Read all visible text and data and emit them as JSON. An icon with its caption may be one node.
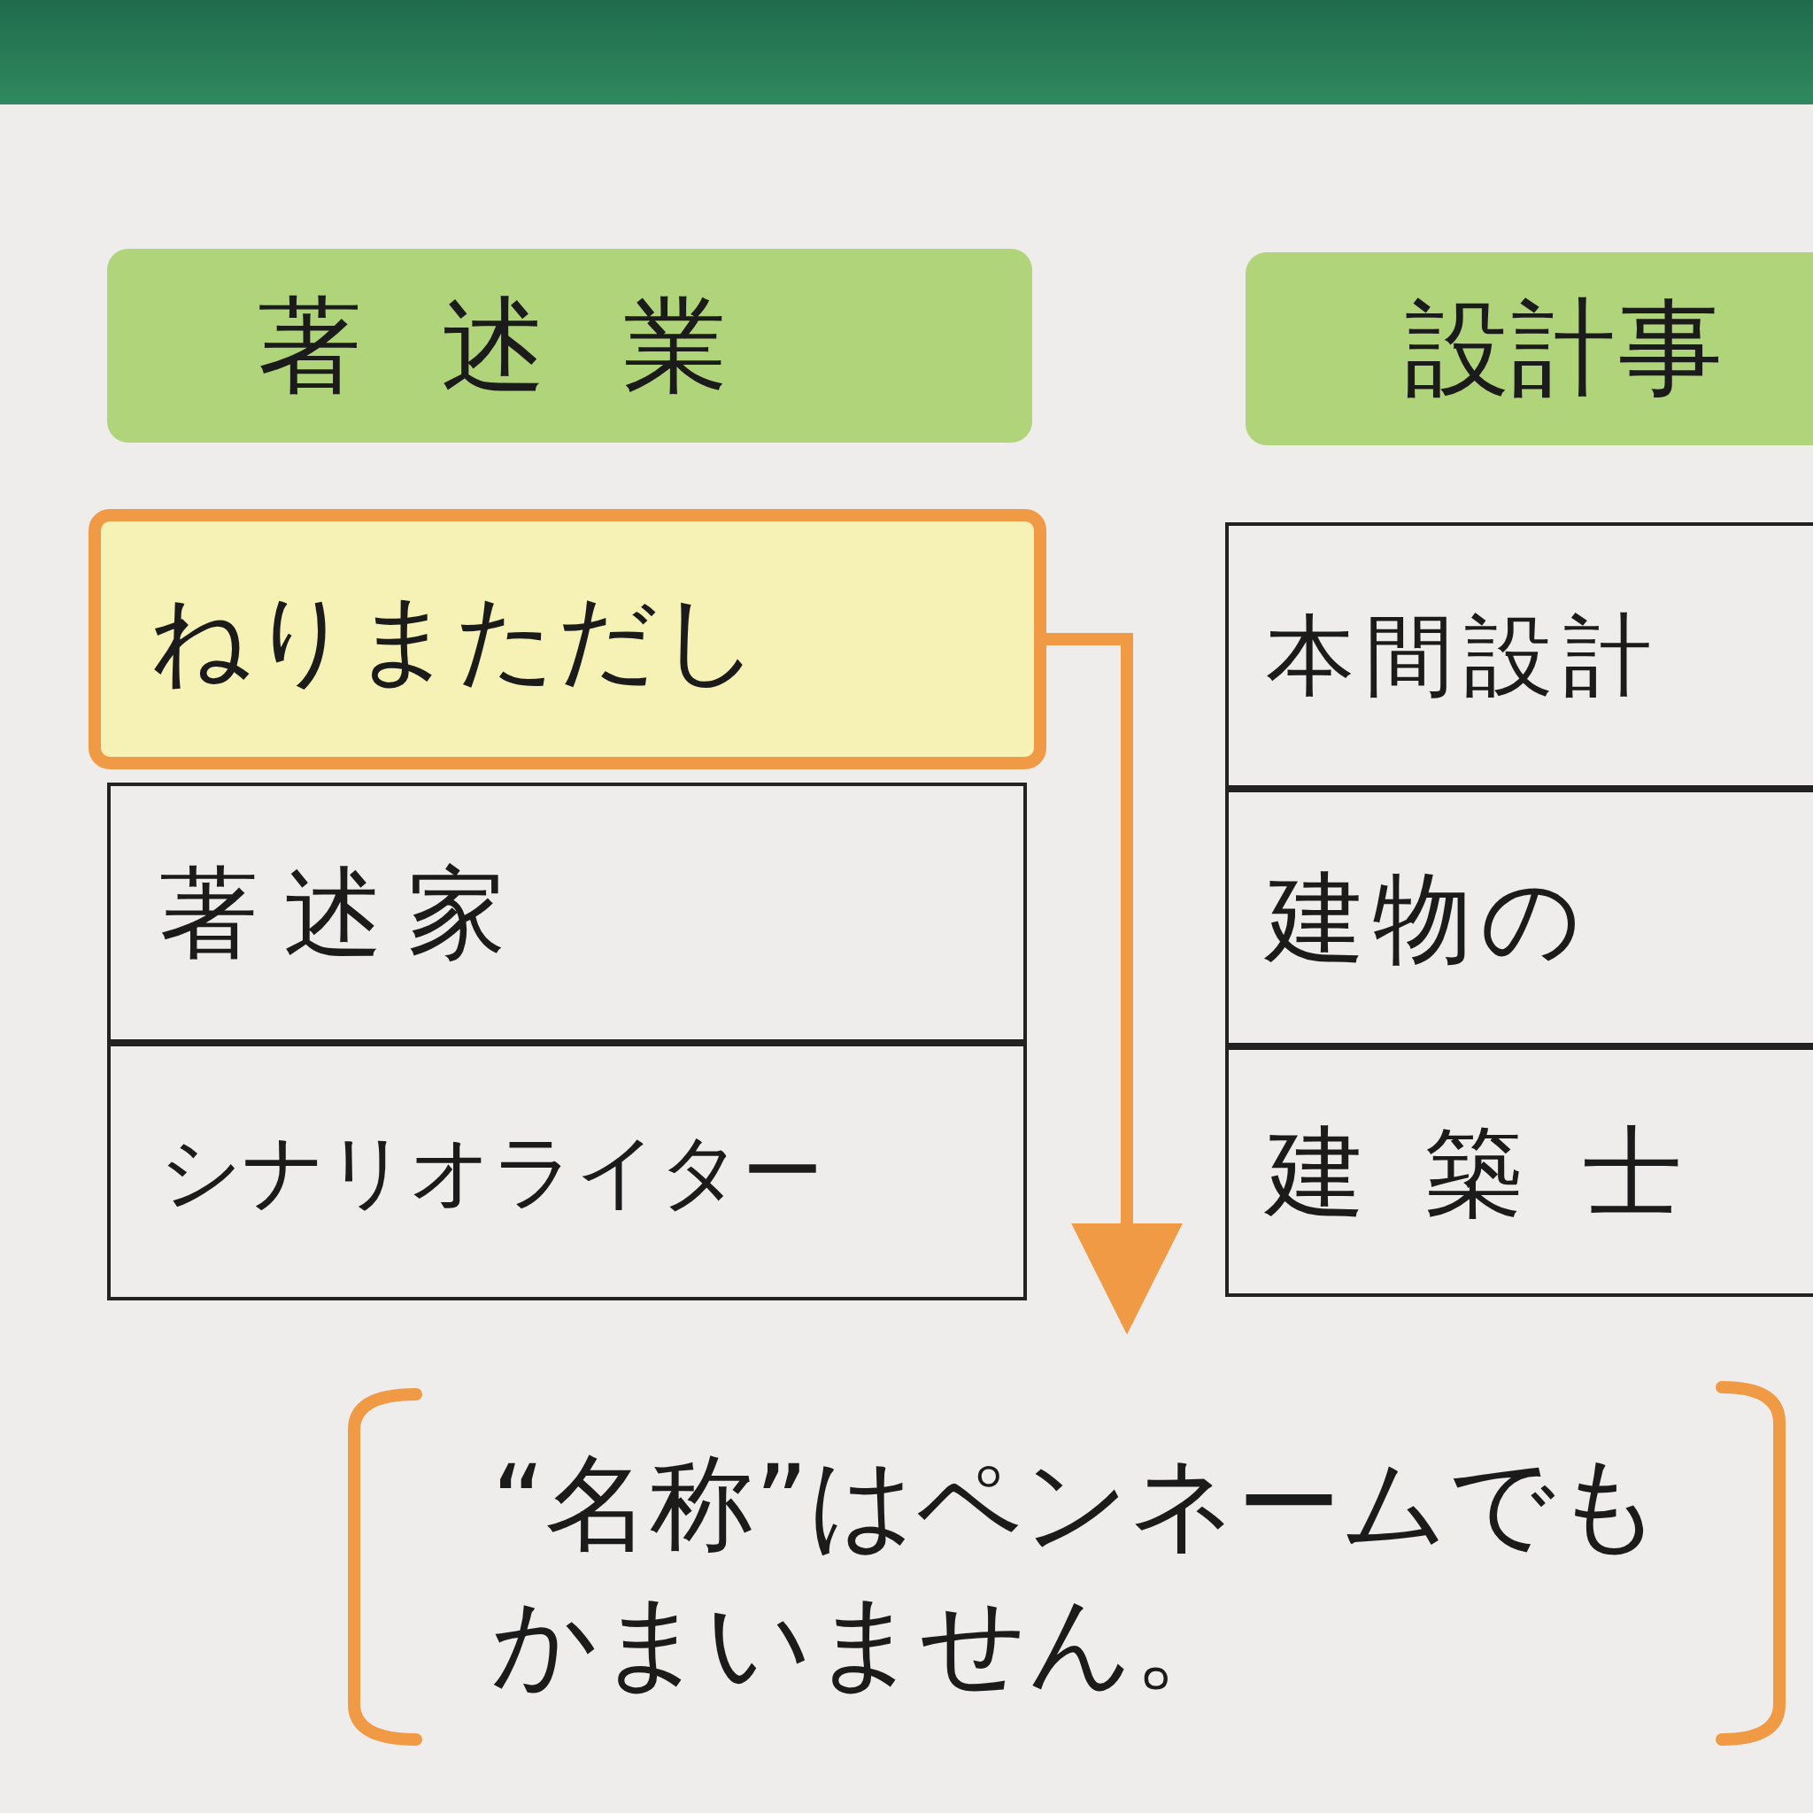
{
  "diagram": {
    "nodes": [
      {
        "text": [],
        "shape": "bar"
      },
      {
        "text": [
          "著述業"
        ]
      },
      {
        "text": [
          "設計事"
        ]
      },
      {
        "text": [
          "ねりまただし"
        ]
      },
      {
        "text": [
          "著述家"
        ]
      },
      {
        "text": [
          "シナリオライター"
        ]
      },
      {
        "text": [
          "本間設計"
        ]
      },
      {
        "text": [
          "建物の"
        ]
      },
      {
        "text": [
          "建築士"
        ]
      },
      {
        "text": [
          "“名称”はペンネームでもかまいません。"
        ]
      }
    ],
    "edges": [
      {
        "from": 3,
        "to": 9,
        "arrow": "to"
      }
    ]
  }
}
